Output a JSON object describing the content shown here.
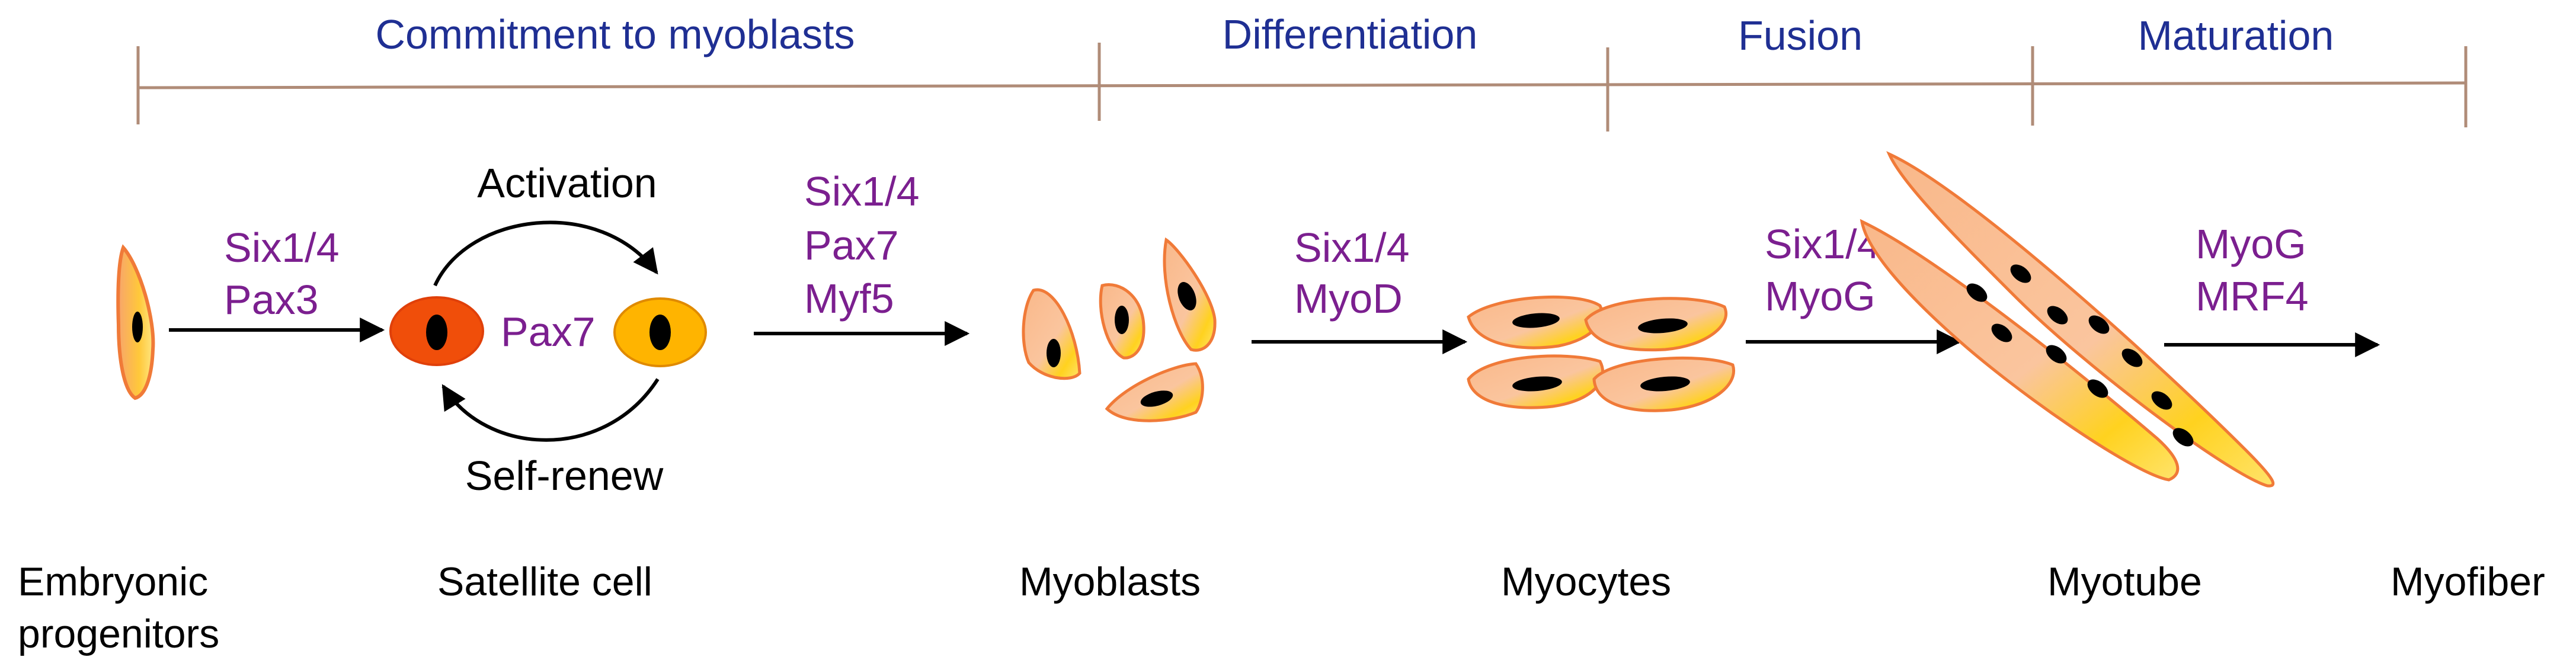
{
  "colors": {
    "timeline": "#B08C78",
    "phase_text": "#1F2F93",
    "factor_text": "#7B1F8F",
    "label_text": "#000000",
    "cell_outline": "#F07A38",
    "cell_fill_light": "#F9C59A",
    "cell_highlight": "#FFD000",
    "satellite_active": "#F04E0A",
    "satellite_renew": "#FFB400",
    "nucleus": "#000000"
  },
  "phases": [
    {
      "label": "Commitment to myoblasts"
    },
    {
      "label": "Differentiation"
    },
    {
      "label": "Fusion"
    },
    {
      "label": "Maturation"
    }
  ],
  "factors": {
    "progenitor_to_satellite": [
      "Six1/4",
      "Pax3"
    ],
    "satellite_center": "Pax7",
    "satellite_to_myoblast": [
      "Six1/4",
      "Pax7",
      "Myf5"
    ],
    "myoblast_to_myocyte": [
      "Six1/4",
      "MyoD"
    ],
    "myocyte_to_myotube": [
      "Six1/4",
      "MyoG"
    ],
    "myotube_to_myofiber": [
      "MyoG",
      "MRF4"
    ]
  },
  "cycle_labels": {
    "activation": "Activation",
    "self_renew": "Self-renew"
  },
  "stages": {
    "embryonic": [
      "Embryonic",
      "progenitors"
    ],
    "satellite": "Satellite cell",
    "myoblasts": "Myoblasts",
    "myocytes": "Myocytes",
    "myotube": "Myotube",
    "myofiber": "Myofiber"
  },
  "icons": [
    "arrow-right-icon",
    "curved-arrow-icon",
    "cell-icon",
    "nucleus-icon"
  ]
}
